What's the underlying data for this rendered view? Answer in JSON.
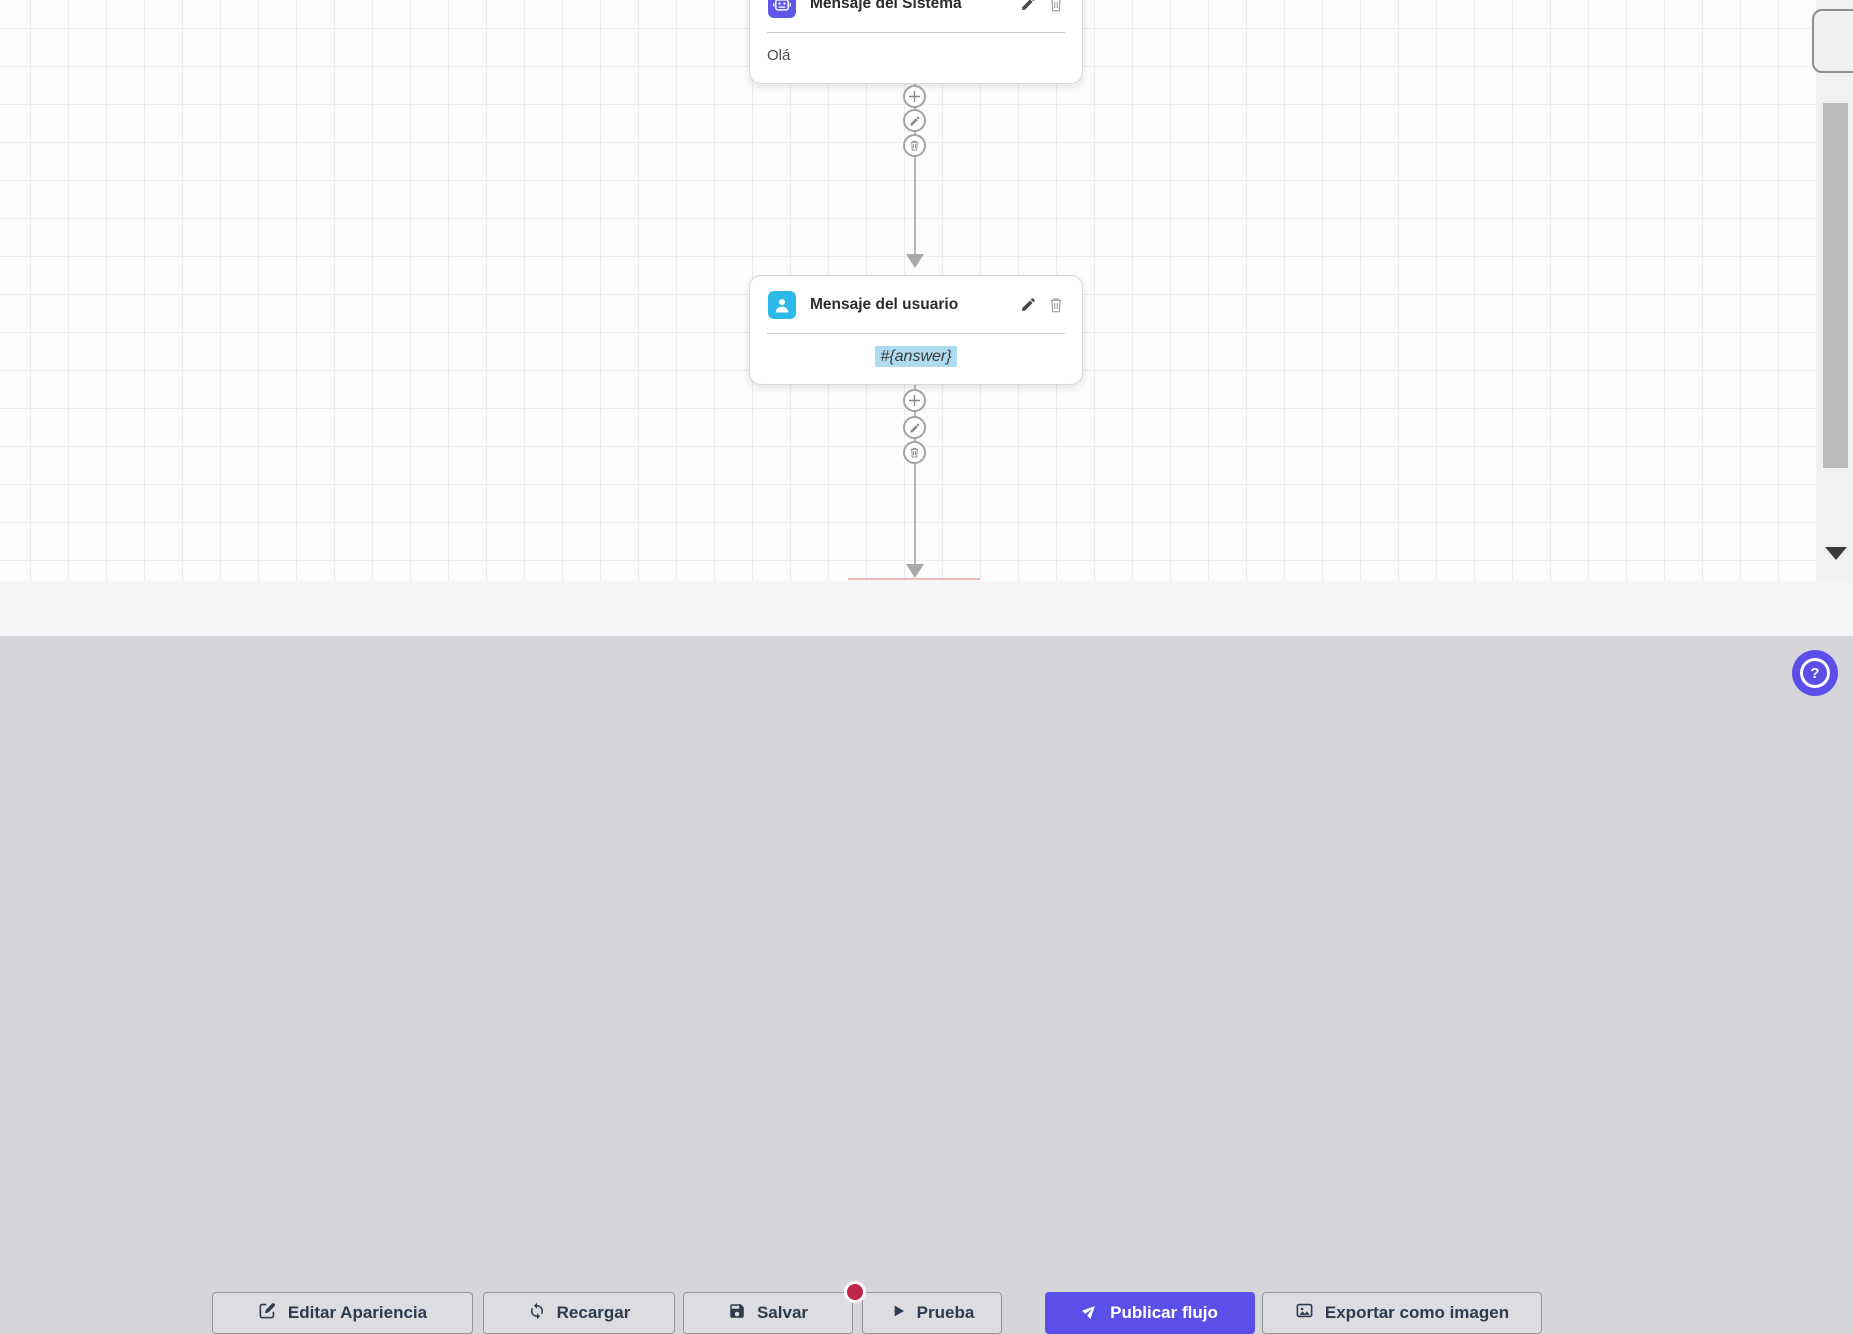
{
  "app": {
    "type": "chatbot-flow-builder",
    "accent_color": "#5a4fe8",
    "canvas_background": "#fcfcfd",
    "toolbar_background": "#d6d6da"
  },
  "canvas": {
    "nodes": [
      {
        "title": "Mensaje del Sistema",
        "icon": "robot-icon",
        "icon_color": "#5e57e9",
        "content": "Olá",
        "content_highlighted": false
      },
      {
        "title": "Mensaje del usuario",
        "icon": "user-icon",
        "icon_color": "#2cb8e8",
        "content": "#{answer}",
        "content_highlighted": true,
        "highlight_color": "#aedcee"
      }
    ],
    "node_actions": [
      "edit",
      "delete"
    ],
    "connector_actions": [
      "add",
      "edit",
      "delete"
    ]
  },
  "toolbar": {
    "buttons": [
      {
        "label": "Editar Apariencia",
        "icon": "edit-icon"
      },
      {
        "label": "Recargar",
        "icon": "refresh-icon"
      },
      {
        "label": "Salvar",
        "icon": "save-icon",
        "unsaved_badge": true
      },
      {
        "label": "Prueba",
        "icon": "play-icon"
      },
      {
        "label": "Publicar flujo",
        "icon": "rocket-icon",
        "primary": true
      },
      {
        "label": "Exportar como imagen",
        "icon": "image-icon"
      }
    ],
    "badge_color": "#bf2449"
  },
  "help": {
    "label": "?",
    "color": "#5b4ee9"
  }
}
